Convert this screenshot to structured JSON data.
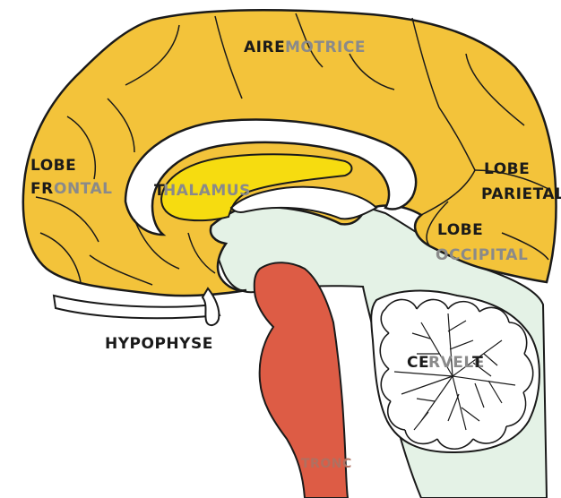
{
  "diagram": {
    "colors": {
      "cortex": "#f3c33a",
      "thalamus": "#f6dc10",
      "ventricle": "#ffffff",
      "brainstem_tissue": "#e4f2e6",
      "pons": "#dd5c45",
      "cerebellum": "#ffffff",
      "outline": "#1a1a1a"
    },
    "labels": {
      "aire_motrice_1": "AIRE",
      "aire_motrice_2": "MOTRICE",
      "lobe_frontal_1": "LOBE",
      "lobe_frontal_2a": "FR",
      "lobe_frontal_2b": "ONTAL",
      "thalamus_a": "T",
      "thalamus_b": "HALAMUS",
      "lobe_parietal_1": "LOBE",
      "lobe_parietal_2": "PARIETAL",
      "lobe_occipital_1": "LOBE",
      "lobe_occipital_2": "OCCIPITAL",
      "hypophyse": "HYPOPHYSE",
      "cervelet_a": "CE",
      "cervelet_b": "RVELE",
      "cervelet_c": "T",
      "tronc": "TRONC"
    }
  }
}
